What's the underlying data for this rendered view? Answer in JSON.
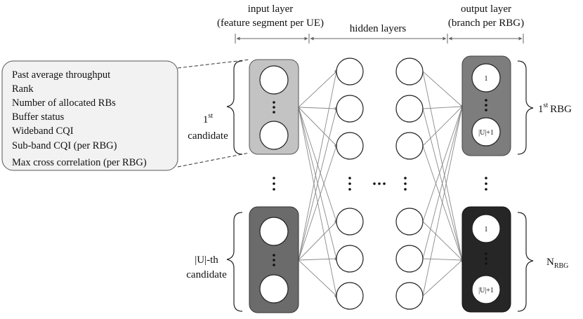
{
  "header": {
    "input_title": "input layer",
    "input_subtitle": "(feature segment per UE)",
    "hidden_title": "hidden layers",
    "output_title": "output layer",
    "output_subtitle": "(branch per RBG)"
  },
  "features": [
    "Past average throughput",
    "Rank",
    "Number of allocated RBs",
    "Buffer status",
    "Wideband CQI",
    "Sub-band CQI (per RBG)",
    "Max cross correlation (per RBG)"
  ],
  "candidates": {
    "first_number": "1",
    "first_superscript": "st",
    "first_label": "candidate",
    "last_number": "|U|-th",
    "last_label": "candidate"
  },
  "outputs": {
    "first_number": "1",
    "first_superscript": "st",
    "first_suffix": "RBG",
    "last_base": "N",
    "last_subscript": "RBG",
    "node_top_label": "1",
    "node_bottom_label": "|U|+1"
  },
  "colors": {
    "input_box_light": "#c3c3c3",
    "input_box_dark": "#6b6b6b",
    "output_box_mid": "#7d7d7d",
    "output_box_dark": "#262626",
    "feature_box_fill": "#f2f2f2",
    "edge": "#8a8a8a"
  }
}
